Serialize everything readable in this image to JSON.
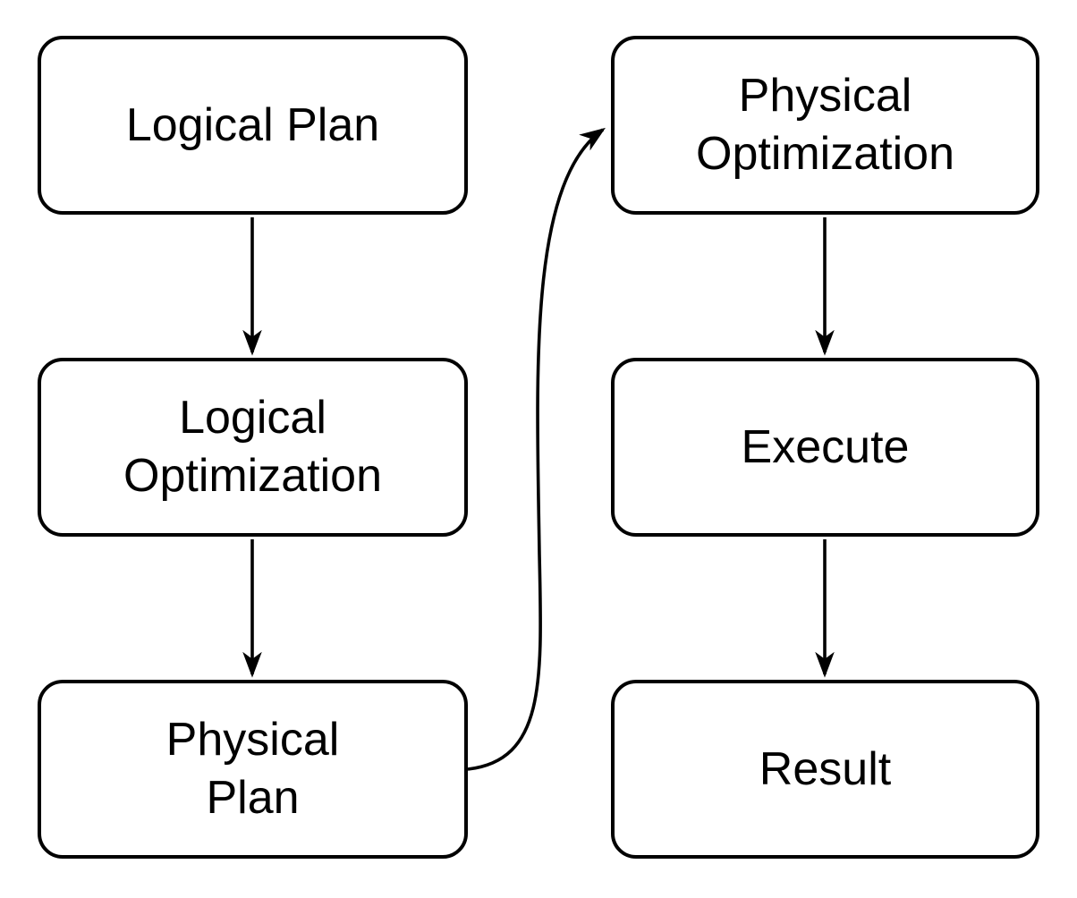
{
  "diagram": {
    "type": "flowchart",
    "background_color": "#ffffff",
    "stroke_color": "#000000",
    "node_fill_color": "#ffffff",
    "nodes": [
      {
        "id": "logical-plan",
        "label": "Logical Plan",
        "column": "left",
        "row": 1
      },
      {
        "id": "logical-optimization",
        "label": "Logical\nOptimization",
        "column": "left",
        "row": 2
      },
      {
        "id": "physical-plan",
        "label": "Physical\nPlan",
        "column": "left",
        "row": 3
      },
      {
        "id": "physical-optimization",
        "label": "Physical\nOptimization",
        "column": "right",
        "row": 1
      },
      {
        "id": "execute",
        "label": "Execute",
        "column": "right",
        "row": 2
      },
      {
        "id": "result",
        "label": "Result",
        "column": "right",
        "row": 3
      }
    ],
    "edges": [
      {
        "from": "logical-plan",
        "to": "logical-optimization",
        "style": "straight-down"
      },
      {
        "from": "logical-optimization",
        "to": "physical-plan",
        "style": "straight-down"
      },
      {
        "from": "physical-plan",
        "to": "physical-optimization",
        "style": "curved-up-right"
      },
      {
        "from": "physical-optimization",
        "to": "execute",
        "style": "straight-down"
      },
      {
        "from": "execute",
        "to": "result",
        "style": "straight-down"
      }
    ]
  }
}
